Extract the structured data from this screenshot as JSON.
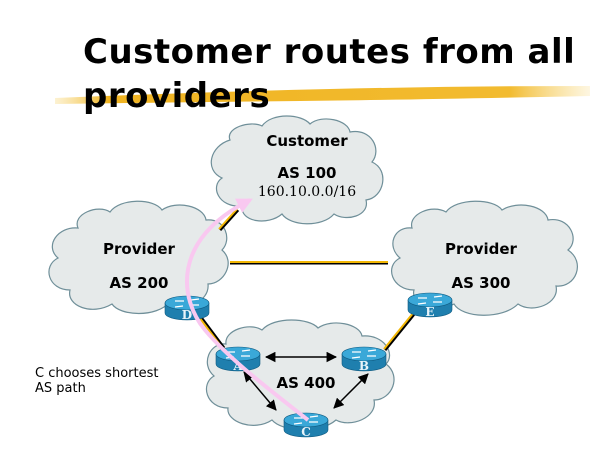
{
  "slide": {
    "title_line1": "Customer routes from all",
    "title_line2": "providers",
    "note_line1": "C chooses shortest",
    "note_line2": "AS path"
  },
  "clouds": [
    {
      "id": "customer",
      "name": "Customer",
      "as": "AS 100",
      "prefix": "160.10.0.0/16"
    },
    {
      "id": "provider200",
      "name": "Provider",
      "as": "AS 200"
    },
    {
      "id": "provider300",
      "name": "Provider",
      "as": "AS 300"
    },
    {
      "id": "as400",
      "as": "AS 400"
    }
  ],
  "routers": [
    {
      "id": "D",
      "label": "D"
    },
    {
      "id": "E",
      "label": "E"
    },
    {
      "id": "A",
      "label": "A"
    },
    {
      "id": "B",
      "label": "B"
    },
    {
      "id": "C",
      "label": "C"
    }
  ],
  "links": [
    {
      "from": "provider200",
      "to": "customer",
      "type": "ebgp"
    },
    {
      "from": "provider200",
      "to": "provider300",
      "type": "ebgp"
    },
    {
      "from": "D",
      "to": "A",
      "type": "ebgp"
    },
    {
      "from": "E",
      "to": "B",
      "type": "ebgp"
    },
    {
      "from": "A",
      "to": "B",
      "type": "ibgp"
    },
    {
      "from": "A",
      "to": "C",
      "type": "ibgp"
    },
    {
      "from": "B",
      "to": "C",
      "type": "ibgp"
    }
  ],
  "route_path": [
    "C",
    "A",
    "D",
    "customer"
  ],
  "colors": {
    "cloud_fill": "#e6eaea",
    "cloud_stroke": "#6f8f99",
    "link_gold": "#f2b705",
    "route_pink": "#f9c8f0",
    "router_top": "#3aa8d8",
    "router_side": "#1f7fae",
    "brush": "#f0b422"
  }
}
